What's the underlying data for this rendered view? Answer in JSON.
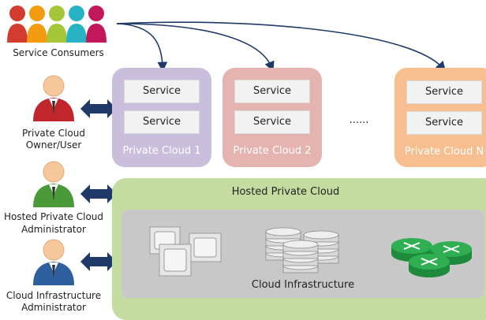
{
  "consumers": {
    "label": "Service Consumers",
    "colors": [
      "#d23b2e",
      "#f39c12",
      "#a6c63a",
      "#27b3c4",
      "#c2185b"
    ]
  },
  "actors": [
    {
      "label_line1": "Private Cloud",
      "label_line2": "Owner/User",
      "suit_color": "#c0262b",
      "icon": "person-icon"
    },
    {
      "label_line1": "Hosted Private Cloud",
      "label_line2": "Administrator",
      "suit_color": "#4a9a3a",
      "icon": "person-icon"
    },
    {
      "label_line1": "Cloud Infrastructure",
      "label_line2": "Administrator",
      "suit_color": "#2f5f9e",
      "icon": "person-icon"
    }
  ],
  "clouds": [
    {
      "title": "Private Cloud 1",
      "services": [
        "Service",
        "Service"
      ],
      "color": "#c9bfdc"
    },
    {
      "title": "Private Cloud 2",
      "services": [
        "Service",
        "Service"
      ],
      "color": "#e5b3b0"
    },
    {
      "title": "Private Cloud N",
      "services": [
        "Service",
        "Service"
      ],
      "color": "#f7bf8f"
    }
  ],
  "ellipsis": "......",
  "hosted": {
    "title": "Hosted Private Cloud",
    "color": "#c5dca0"
  },
  "infrastructure": {
    "label": "Cloud Infrastructure",
    "color": "#c8c8c8",
    "icons": [
      "server-icon",
      "storage-icon",
      "router-icon"
    ]
  }
}
